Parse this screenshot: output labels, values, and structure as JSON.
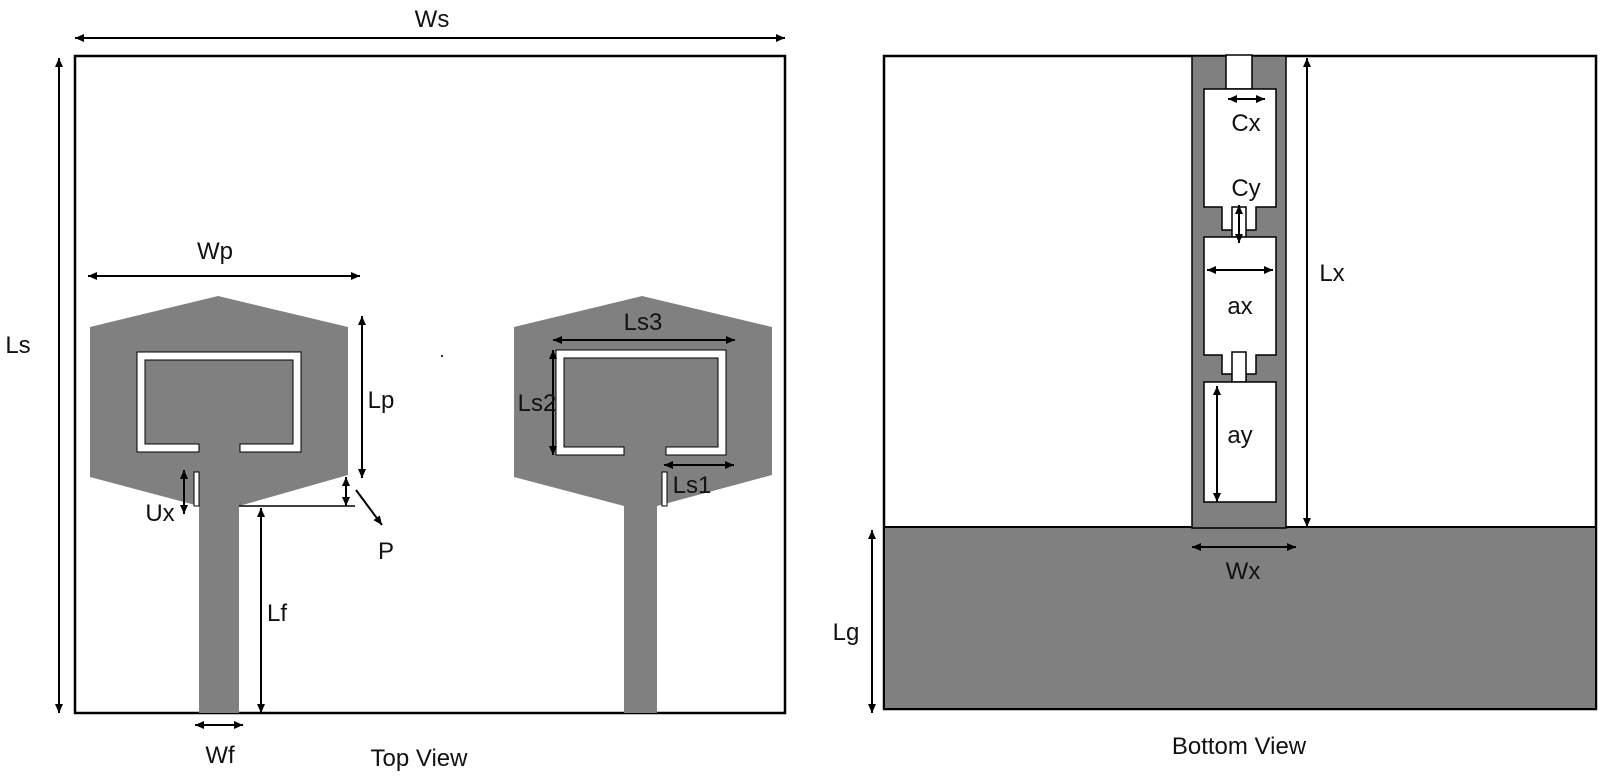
{
  "colors": {
    "metal": "#808080",
    "substrate": "#ffffff",
    "outline": "#000000",
    "text": "#111111"
  },
  "top_view": {
    "caption": "Top View",
    "labels": {
      "ws": "Ws",
      "ls": "Ls",
      "wp": "Wp",
      "lp": "Lp",
      "ux": "Ux",
      "p": "P",
      "lf": "Lf",
      "wf": "Wf",
      "ls1": "Ls1",
      "ls2": "Ls2",
      "ls3": "Ls3"
    }
  },
  "bottom_view": {
    "caption": "Bottom View",
    "labels": {
      "cx": "Cx",
      "cy": "Cy",
      "lx": "Lx",
      "ax": "ax",
      "ay": "ay",
      "wx": "Wx",
      "lg": "Lg"
    }
  }
}
